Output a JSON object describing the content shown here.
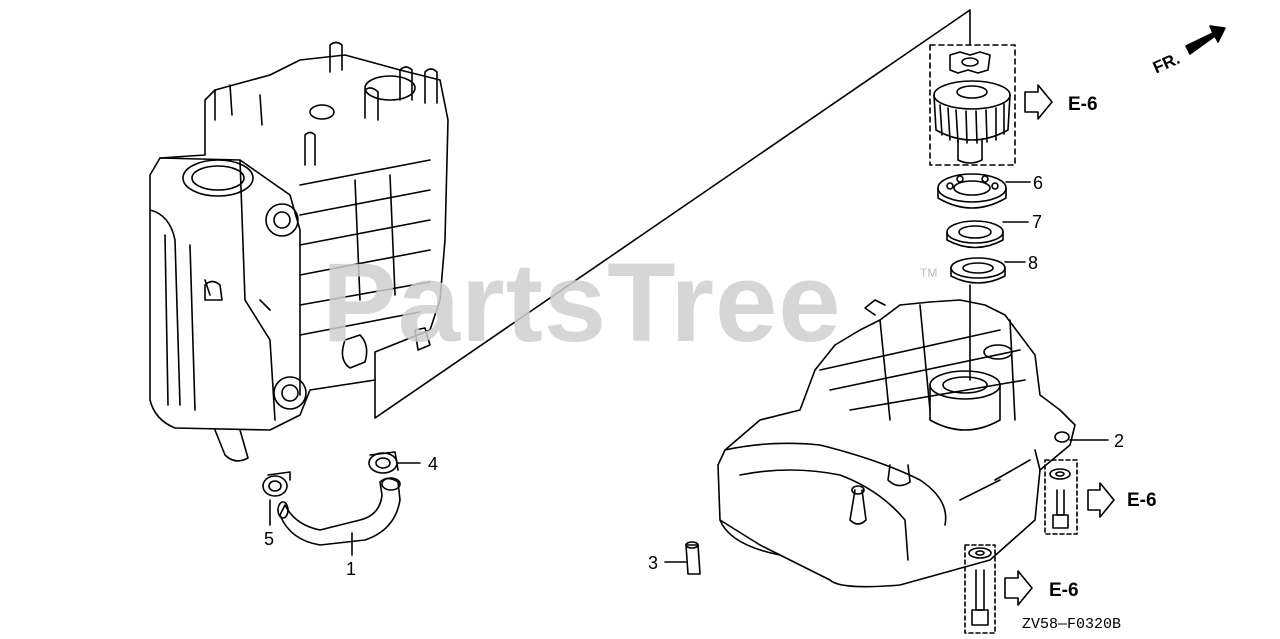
{
  "watermark": {
    "text": "PartsTree",
    "tm": "TM"
  },
  "orientation": {
    "label": "FR."
  },
  "drawing_code": "ZV58—F0320B",
  "callouts": {
    "c1": "1",
    "c2": "2",
    "c3": "3",
    "c4": "4",
    "c5": "5",
    "c6": "6",
    "c7": "7",
    "c8": "8"
  },
  "references": {
    "gear": "E-6",
    "bolt_upper": "E-6",
    "bolt_lower": "E-6"
  }
}
